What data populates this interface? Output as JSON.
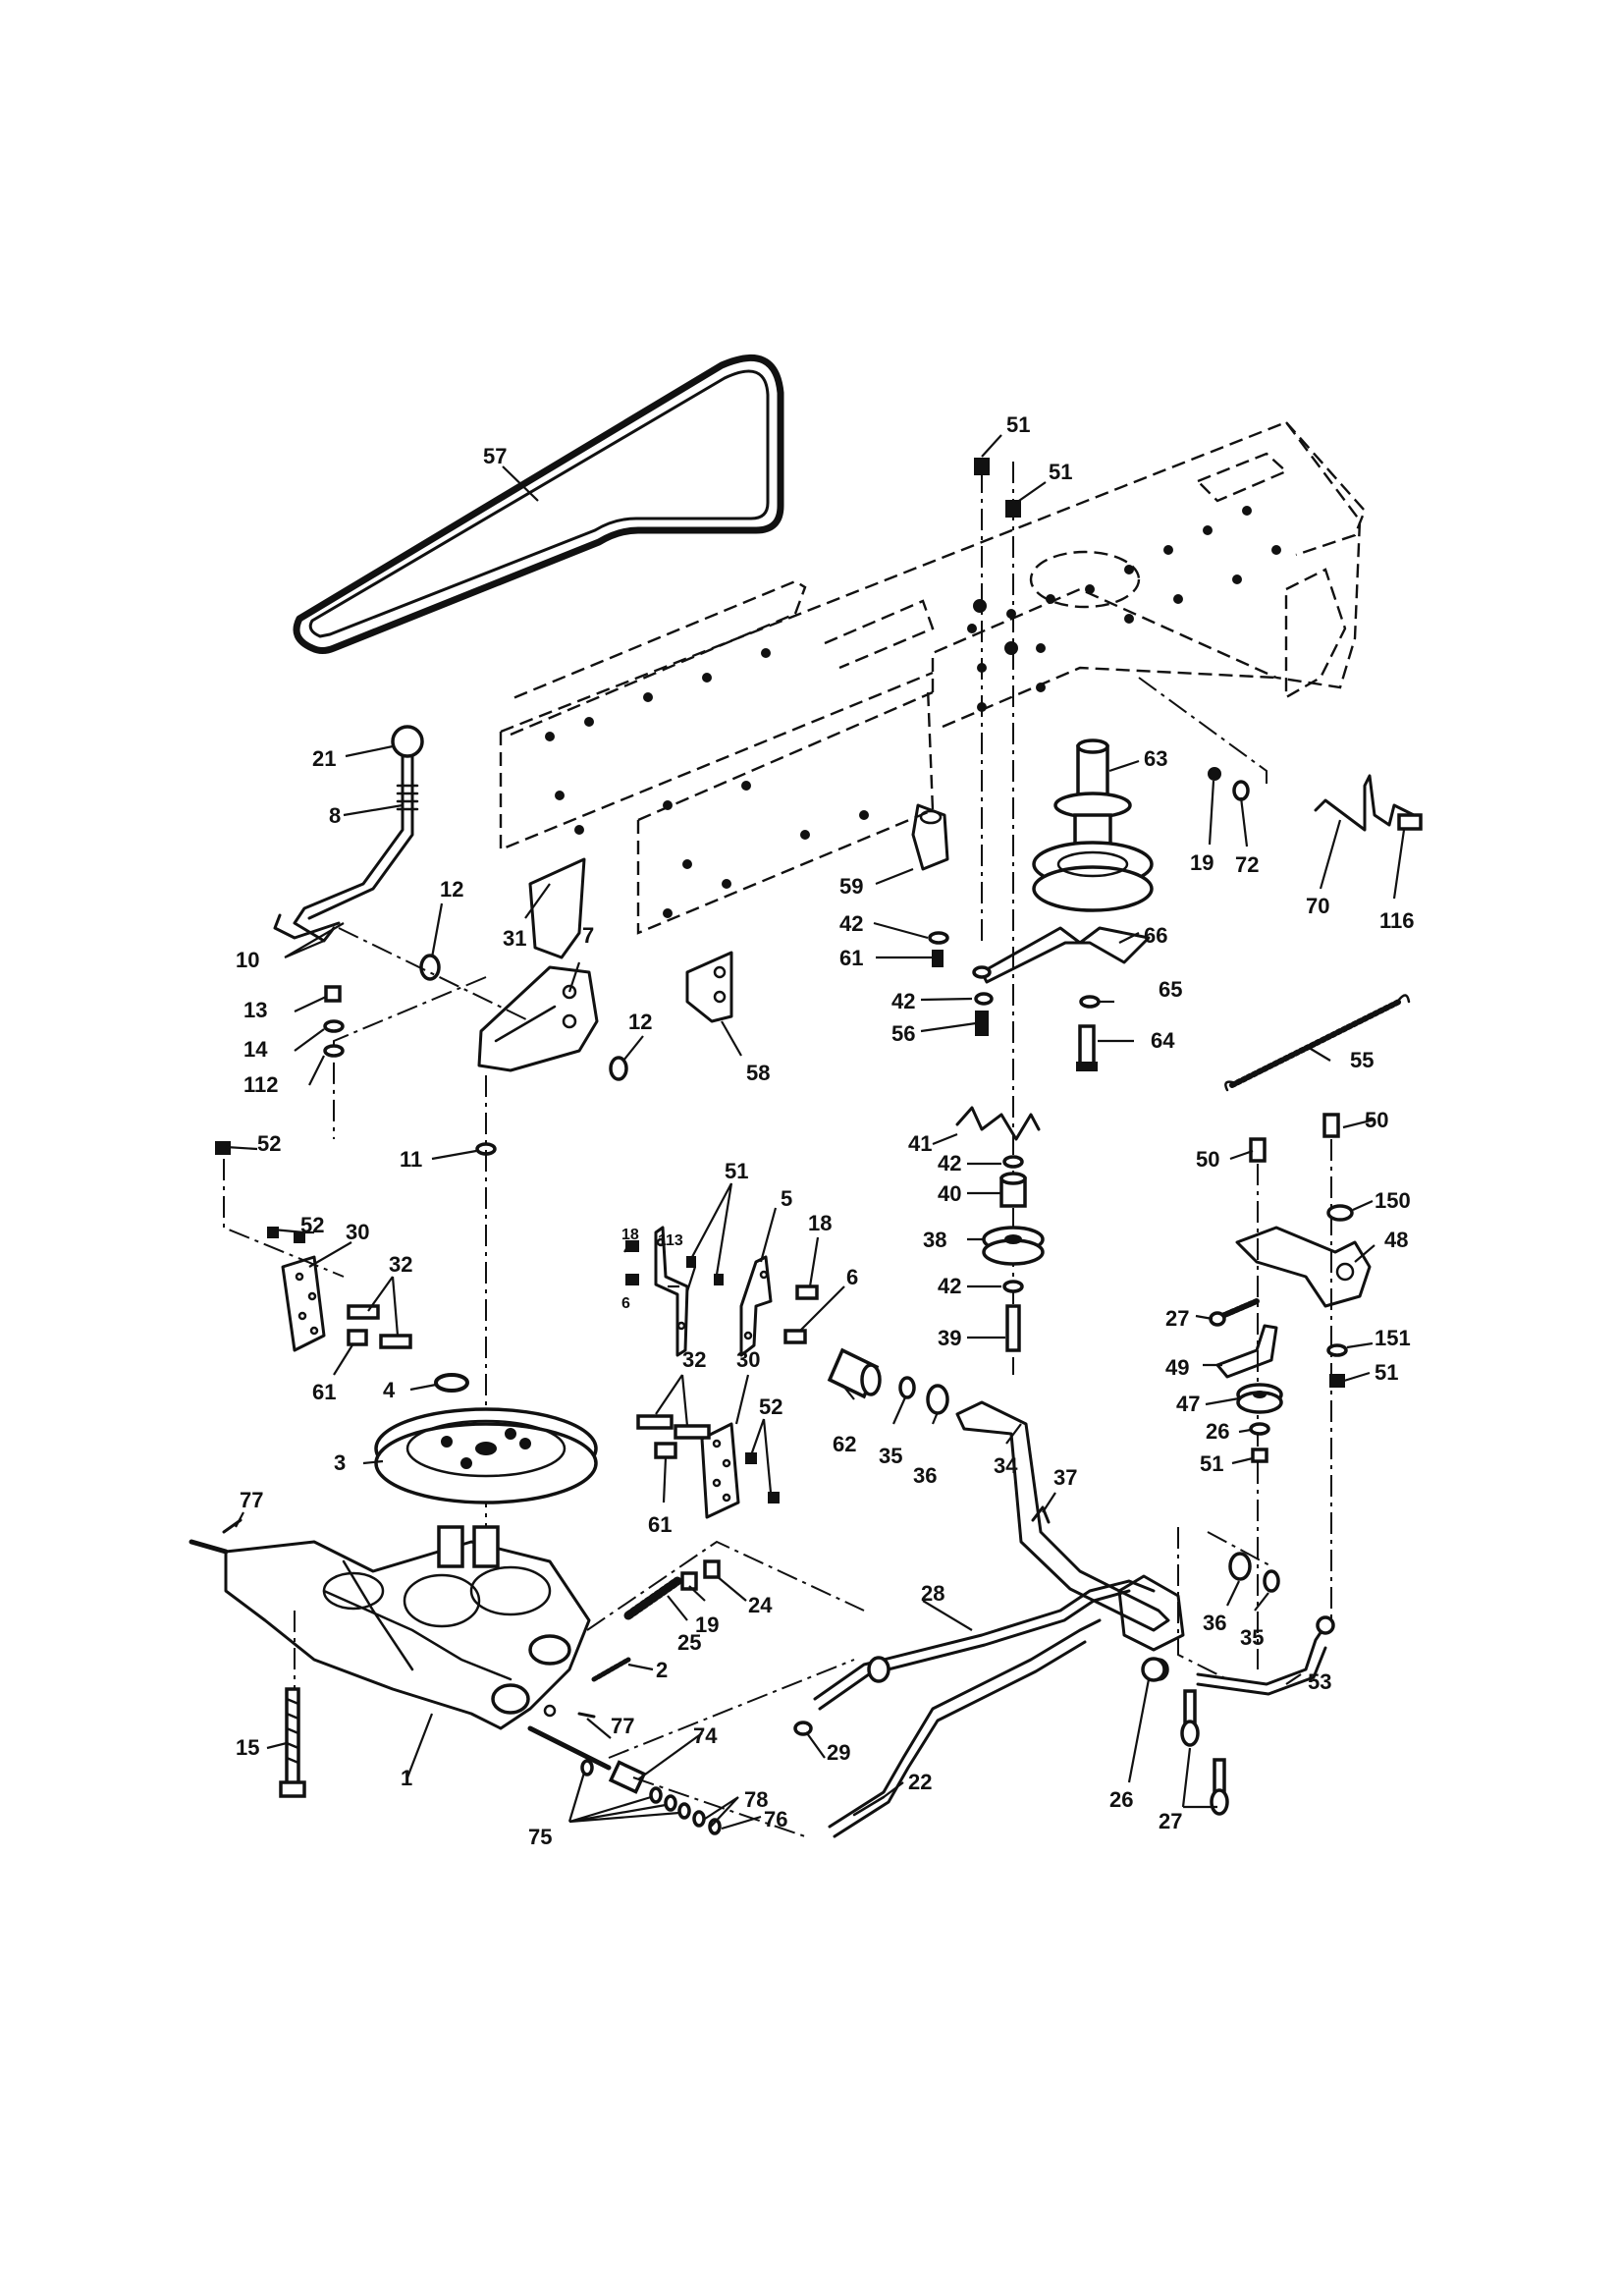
{
  "callouts": [
    {
      "id": "c57",
      "text": "57"
    },
    {
      "id": "c51a",
      "text": "51"
    },
    {
      "id": "c51b",
      "text": "51"
    },
    {
      "id": "c21",
      "text": "21"
    },
    {
      "id": "c8",
      "text": "8"
    },
    {
      "id": "c63",
      "text": "63"
    },
    {
      "id": "c19a",
      "text": "19"
    },
    {
      "id": "c72",
      "text": "72"
    },
    {
      "id": "c70",
      "text": "70"
    },
    {
      "id": "c116",
      "text": "116"
    },
    {
      "id": "c59",
      "text": "59"
    },
    {
      "id": "c42a",
      "text": "42"
    },
    {
      "id": "c61a",
      "text": "61"
    },
    {
      "id": "c66",
      "text": "66"
    },
    {
      "id": "c12a",
      "text": "12"
    },
    {
      "id": "c31",
      "text": "31"
    },
    {
      "id": "c7",
      "text": "7"
    },
    {
      "id": "c10",
      "text": "10"
    },
    {
      "id": "c12b",
      "text": "12"
    },
    {
      "id": "c13",
      "text": "13"
    },
    {
      "id": "c14",
      "text": "14"
    },
    {
      "id": "c112",
      "text": "112"
    },
    {
      "id": "c58",
      "text": "58"
    },
    {
      "id": "c42b",
      "text": "42"
    },
    {
      "id": "c56",
      "text": "56"
    },
    {
      "id": "c65",
      "text": "65"
    },
    {
      "id": "c64",
      "text": "64"
    },
    {
      "id": "c55",
      "text": "55"
    },
    {
      "id": "c41",
      "text": "41"
    },
    {
      "id": "c42c",
      "text": "42"
    },
    {
      "id": "c40",
      "text": "40"
    },
    {
      "id": "c38",
      "text": "38"
    },
    {
      "id": "c42d",
      "text": "42"
    },
    {
      "id": "c39",
      "text": "39"
    },
    {
      "id": "c52a",
      "text": "52"
    },
    {
      "id": "c11",
      "text": "11"
    },
    {
      "id": "c18a",
      "text": "18"
    },
    {
      "id": "c113",
      "text": "113"
    },
    {
      "id": "c51c",
      "text": "51"
    },
    {
      "id": "c5",
      "text": "5"
    },
    {
      "id": "c18b",
      "text": "18"
    },
    {
      "id": "c6a",
      "text": "6"
    },
    {
      "id": "c6b",
      "text": "6"
    },
    {
      "id": "c52b",
      "text": "52"
    },
    {
      "id": "c30a",
      "text": "30"
    },
    {
      "id": "c32a",
      "text": "32"
    },
    {
      "id": "c61b",
      "text": "61"
    },
    {
      "id": "c4",
      "text": "4"
    },
    {
      "id": "c3",
      "text": "3"
    },
    {
      "id": "c32b",
      "text": "32"
    },
    {
      "id": "c30b",
      "text": "30"
    },
    {
      "id": "c52c",
      "text": "52"
    },
    {
      "id": "c61c",
      "text": "61"
    },
    {
      "id": "c62",
      "text": "62"
    },
    {
      "id": "c35a",
      "text": "35"
    },
    {
      "id": "c36a",
      "text": "36"
    },
    {
      "id": "c34",
      "text": "34"
    },
    {
      "id": "c37",
      "text": "37"
    },
    {
      "id": "c50a",
      "text": "50"
    },
    {
      "id": "c50b",
      "text": "50"
    },
    {
      "id": "c150",
      "text": "150"
    },
    {
      "id": "c48",
      "text": "48"
    },
    {
      "id": "c27a",
      "text": "27"
    },
    {
      "id": "c49",
      "text": "49"
    },
    {
      "id": "c151",
      "text": "151"
    },
    {
      "id": "c51d",
      "text": "51"
    },
    {
      "id": "c47",
      "text": "47"
    },
    {
      "id": "c26a",
      "text": "26"
    },
    {
      "id": "c51e",
      "text": "51"
    },
    {
      "id": "c77a",
      "text": "77"
    },
    {
      "id": "c25",
      "text": "25"
    },
    {
      "id": "c19b",
      "text": "19"
    },
    {
      "id": "c24",
      "text": "24"
    },
    {
      "id": "c2",
      "text": "2"
    },
    {
      "id": "c28",
      "text": "28"
    },
    {
      "id": "c36b",
      "text": "36"
    },
    {
      "id": "c35b",
      "text": "35"
    },
    {
      "id": "c53",
      "text": "53"
    },
    {
      "id": "c15",
      "text": "15"
    },
    {
      "id": "c1",
      "text": "1"
    },
    {
      "id": "c77b",
      "text": "77"
    },
    {
      "id": "c74",
      "text": "74"
    },
    {
      "id": "c29",
      "text": "29"
    },
    {
      "id": "c26b",
      "text": "26"
    },
    {
      "id": "c27b",
      "text": "27"
    },
    {
      "id": "c78",
      "text": "78"
    },
    {
      "id": "c76",
      "text": "76"
    },
    {
      "id": "c75",
      "text": "75"
    },
    {
      "id": "c22",
      "text": "22"
    }
  ]
}
